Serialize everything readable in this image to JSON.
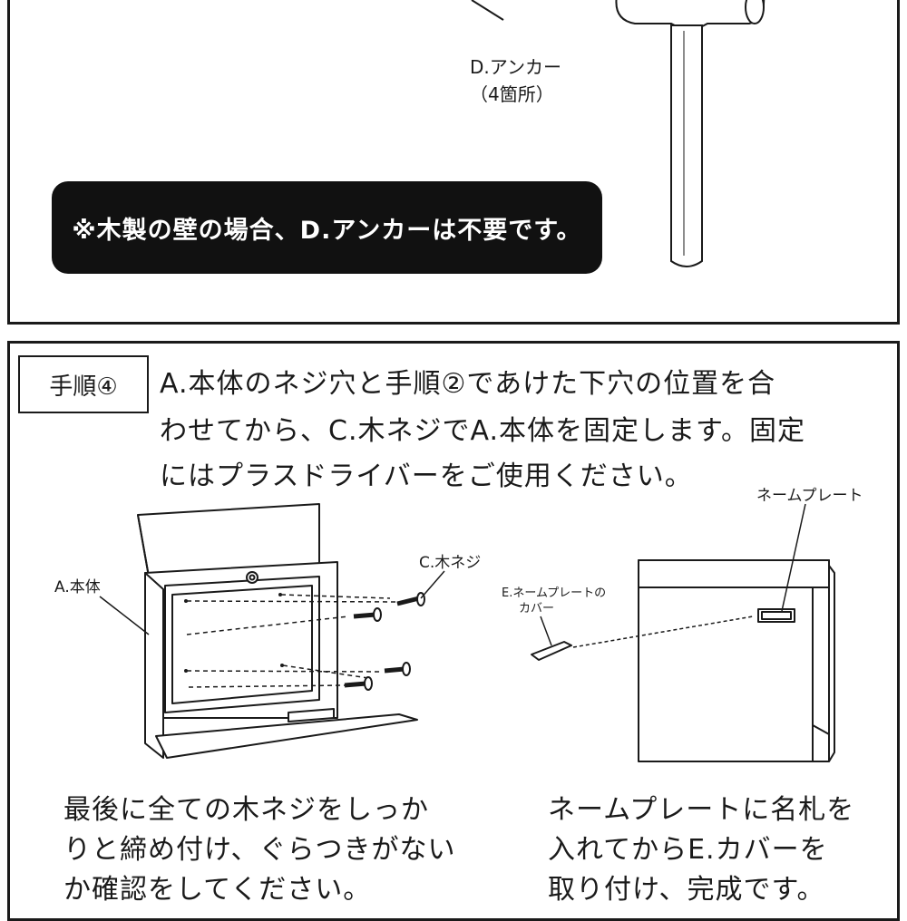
{
  "top": {
    "anchor_label": "D.アンカー",
    "anchor_count": "（4箇所）",
    "note": "※木製の壁の場合、D.アンカーは不要です。"
  },
  "step4": {
    "label": "手順④",
    "instruction_lines": [
      "A.本体のネジ穴と手順②であけた下穴の位置を合",
      "わせてから、C.木ネジでA.本体を固定します。固定",
      "にはプラスドライバーをご使用ください。"
    ],
    "left_figure": {
      "label_body": "A.本体",
      "label_screw": "C.木ネジ"
    },
    "right_figure": {
      "label_nameplate": "ネームプレート",
      "label_cover_line1": "E.ネームプレートの",
      "label_cover_line2": "カバー"
    },
    "caption_left": [
      "最後に全ての木ネジをしっか",
      "りと締め付け、ぐらつきがない",
      "か確認をしてください。"
    ],
    "caption_right": [
      "ネームプレートに名札を",
      "入れてからE.カバーを",
      "取り付け、完成です。"
    ]
  }
}
